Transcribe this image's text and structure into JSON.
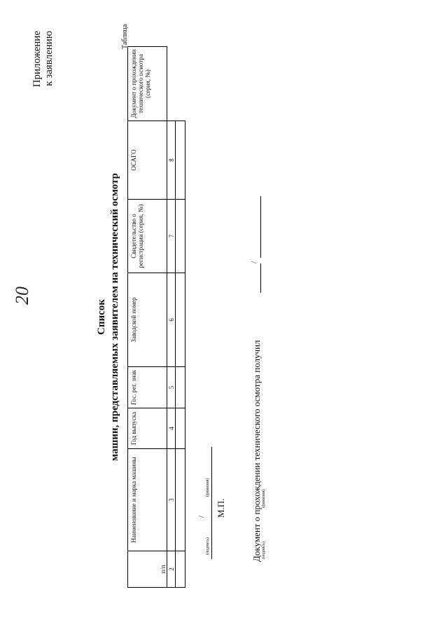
{
  "page_number": "20",
  "appendix": {
    "line1": "Приложение",
    "line2": "к заявлению"
  },
  "table_label": "Таблица",
  "title": {
    "line1": "Список",
    "line2": "машин, представляемых заявителем на технический осмотр"
  },
  "table": {
    "headers": [
      "п/п",
      "Наименование и марка машины",
      "Год выпуска",
      "Гос. рег. знак",
      "Заводской номер",
      "Свидетельство о регистрации (серия, №)",
      "ОСАГО",
      "Документ о прохождении технического осмотра (серия, №)"
    ],
    "column_numbers": [
      "",
      "2",
      "3",
      "4",
      "5",
      "6",
      "7",
      "8"
    ]
  },
  "signature": {
    "slash": "/",
    "signature_caption": "(подпись)",
    "surname_caption": "(фамилия)",
    "stamp": "М.П."
  },
  "receipt": {
    "text": "Документ о прохождении технического осмотра получил",
    "slash": "/",
    "signature_caption": "(подпись)",
    "surname_caption": "(фамилия)"
  }
}
